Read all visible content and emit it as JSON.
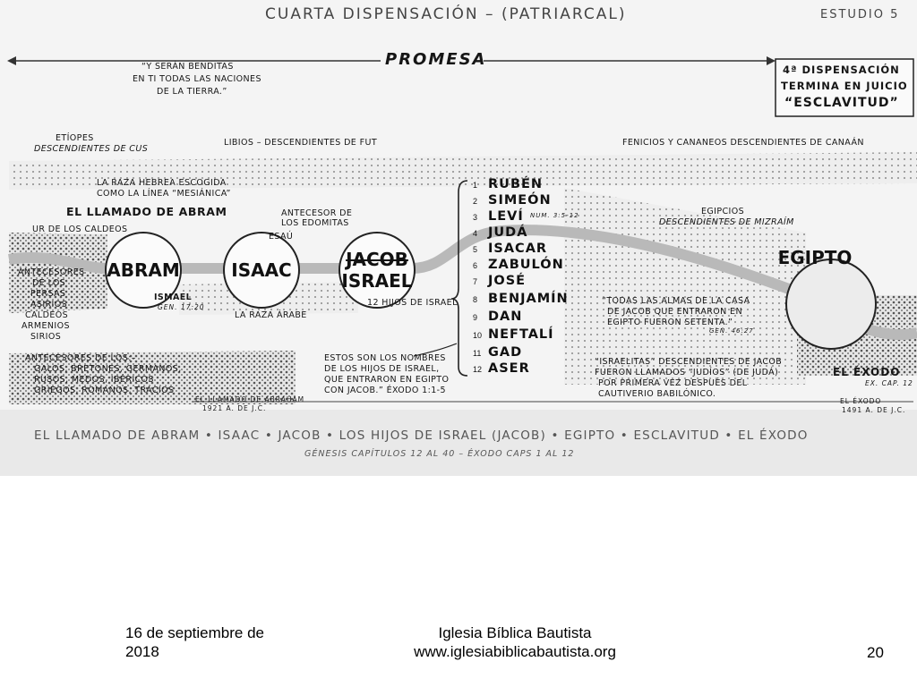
{
  "header": {
    "title": "CUARTA DISPENSACIÓN – (PATRIARCAL)",
    "study": "ESTUDIO 5",
    "promise": "PROMESA",
    "dispensation_end_line1": "4ª DISPENSACIÓN",
    "dispensation_end_line2": "TERMINA EN JUICIO",
    "dispensation_end_line3": "“ESCLAVITUD”"
  },
  "quotes": {
    "blessing_line1": "“Y SERÁN BENDITAS",
    "blessing_line2": "EN TI TODAS LAS NACIONES",
    "blessing_line3": "DE LA TIERRA.”"
  },
  "peoples": {
    "ethiopians_line1": "ETÍOPES",
    "ethiopians_line2": "DESCENDIENTES DE CUS",
    "libyans": "LIBIOS – DESCENDIENTES DE FUT",
    "phoenicians": "FENICIOS Y CANANEOS DESCENDIENTES DE CANAÁN",
    "hebrew_race_line1": "LA RAZA HEBREA ESCOGIDA",
    "hebrew_race_line2": "COMO LA LÍNEA “MESIÁNICA”",
    "call_of_abram": "EL LLAMADO DE ABRAM",
    "ur": "UR DE LOS CALDEOS",
    "edomites_line1": "ANTECESOR DE",
    "edomites_line2": "LOS EDOMITAS",
    "esau": "ESAÚ",
    "egyptians_line1": "EGIPCIOS",
    "egyptians_line2": "DESCENDIENTES DE MIZRAÍM",
    "ancestors_east_line1": "ANTECESORES",
    "ancestors_east_line2": "DE LOS",
    "ancestors_east_line3": "PERSAS",
    "ancestors_east_line4": "ASIRIOS",
    "ancestors_east_line5": "CALDEOS",
    "ancestors_east_line6": "ARMENIOS",
    "ancestors_east_line7": "SIRIOS",
    "ishmael": "ISMAEL",
    "gen_ref": "GEN. 17:20",
    "arab_race": "LA RAZA ÁRABE",
    "ancestors_west_line1": "ANTECESORES DE LOS:–",
    "ancestors_west_line2": "GALOS, BRETONES, GERMANOS,",
    "ancestors_west_line3": "RUSOS, MEDOS, IBÉRICOS",
    "ancestors_west_line4": "GRIEGOS, ROMANOS, TRACIOS",
    "abraham_call_line1": "EL LLAMADO DE ABRAHAM",
    "abraham_call_line2": "1921 a. de J.C."
  },
  "circles": {
    "abram": "ABRAM",
    "isaac": "ISAAC",
    "jacob": "JACOB",
    "israel": "ISRAEL",
    "egypt": "EGIPTO"
  },
  "tribes": {
    "label": "12 HIJOS DE ISRAEL",
    "num_ref": "NUM. 3:5-12",
    "list": [
      {
        "n": "1",
        "name": "RUBÉN"
      },
      {
        "n": "2",
        "name": "SIMEÓN"
      },
      {
        "n": "3",
        "name": "LEVÍ"
      },
      {
        "n": "4",
        "name": "JUDÁ"
      },
      {
        "n": "5",
        "name": "ISACAR"
      },
      {
        "n": "6",
        "name": "ZABULÓN"
      },
      {
        "n": "7",
        "name": "JOSÉ"
      },
      {
        "n": "8",
        "name": "BENJAMÍN"
      },
      {
        "n": "9",
        "name": "DAN"
      },
      {
        "n": "10",
        "name": "NEFTALÍ"
      },
      {
        "n": "11",
        "name": "GAD"
      },
      {
        "n": "12",
        "name": "ASER"
      }
    ]
  },
  "notes": {
    "names_line1": "ESTOS SON LOS NOMBRES",
    "names_line2": "DE LOS HIJOS DE ISRAEL,",
    "names_line3": "QUE ENTRARON EN EGIPTO",
    "names_line4": "CON JACOB.” ÉXODO 1:1-5",
    "souls_line1": "“TODAS LAS ALMAS DE LA CASA",
    "souls_line2": "DE JACOB QUE ENTRARON EN",
    "souls_line3": "EGIPTO FUERON SETENTA.”",
    "souls_ref": "GEN. 46:27",
    "israelites_line1": "“ISRAELITAS” DESCENDIENTES DE JACOB",
    "israelites_line2": "FUERON LLAMADOS “JUDÍOS” (DE JUDÁ)",
    "israelites_line3": "POR PRIMERA VEZ DESPUÉS DEL",
    "israelites_line4": "CAUTIVERIO BABILÓNICO.",
    "exodus": "EL ÉXODO",
    "exodus_ref": "EX. CAP. 12",
    "exodus_date_line1": "EL ÉXODO",
    "exodus_date_line2": "1491 a. de J.C."
  },
  "bottom": {
    "summary": "EL LLAMADO DE ABRAM • ISAAC • JACOB • LOS HIJOS DE ISRAEL (JACOB) • EGIPTO • ESCLAVITUD • EL ÉXODO",
    "reference": "GÉNESIS CAPÍTULOS 12 AL 40 – ÉXODO CAPS 1 AL 12"
  },
  "footer": {
    "date_line1": "16 de septiembre de",
    "date_line2": "2018",
    "church": "Iglesia Bíblica Bautista",
    "website": "www.iglesiabiblicabautista.org",
    "page": "20"
  }
}
